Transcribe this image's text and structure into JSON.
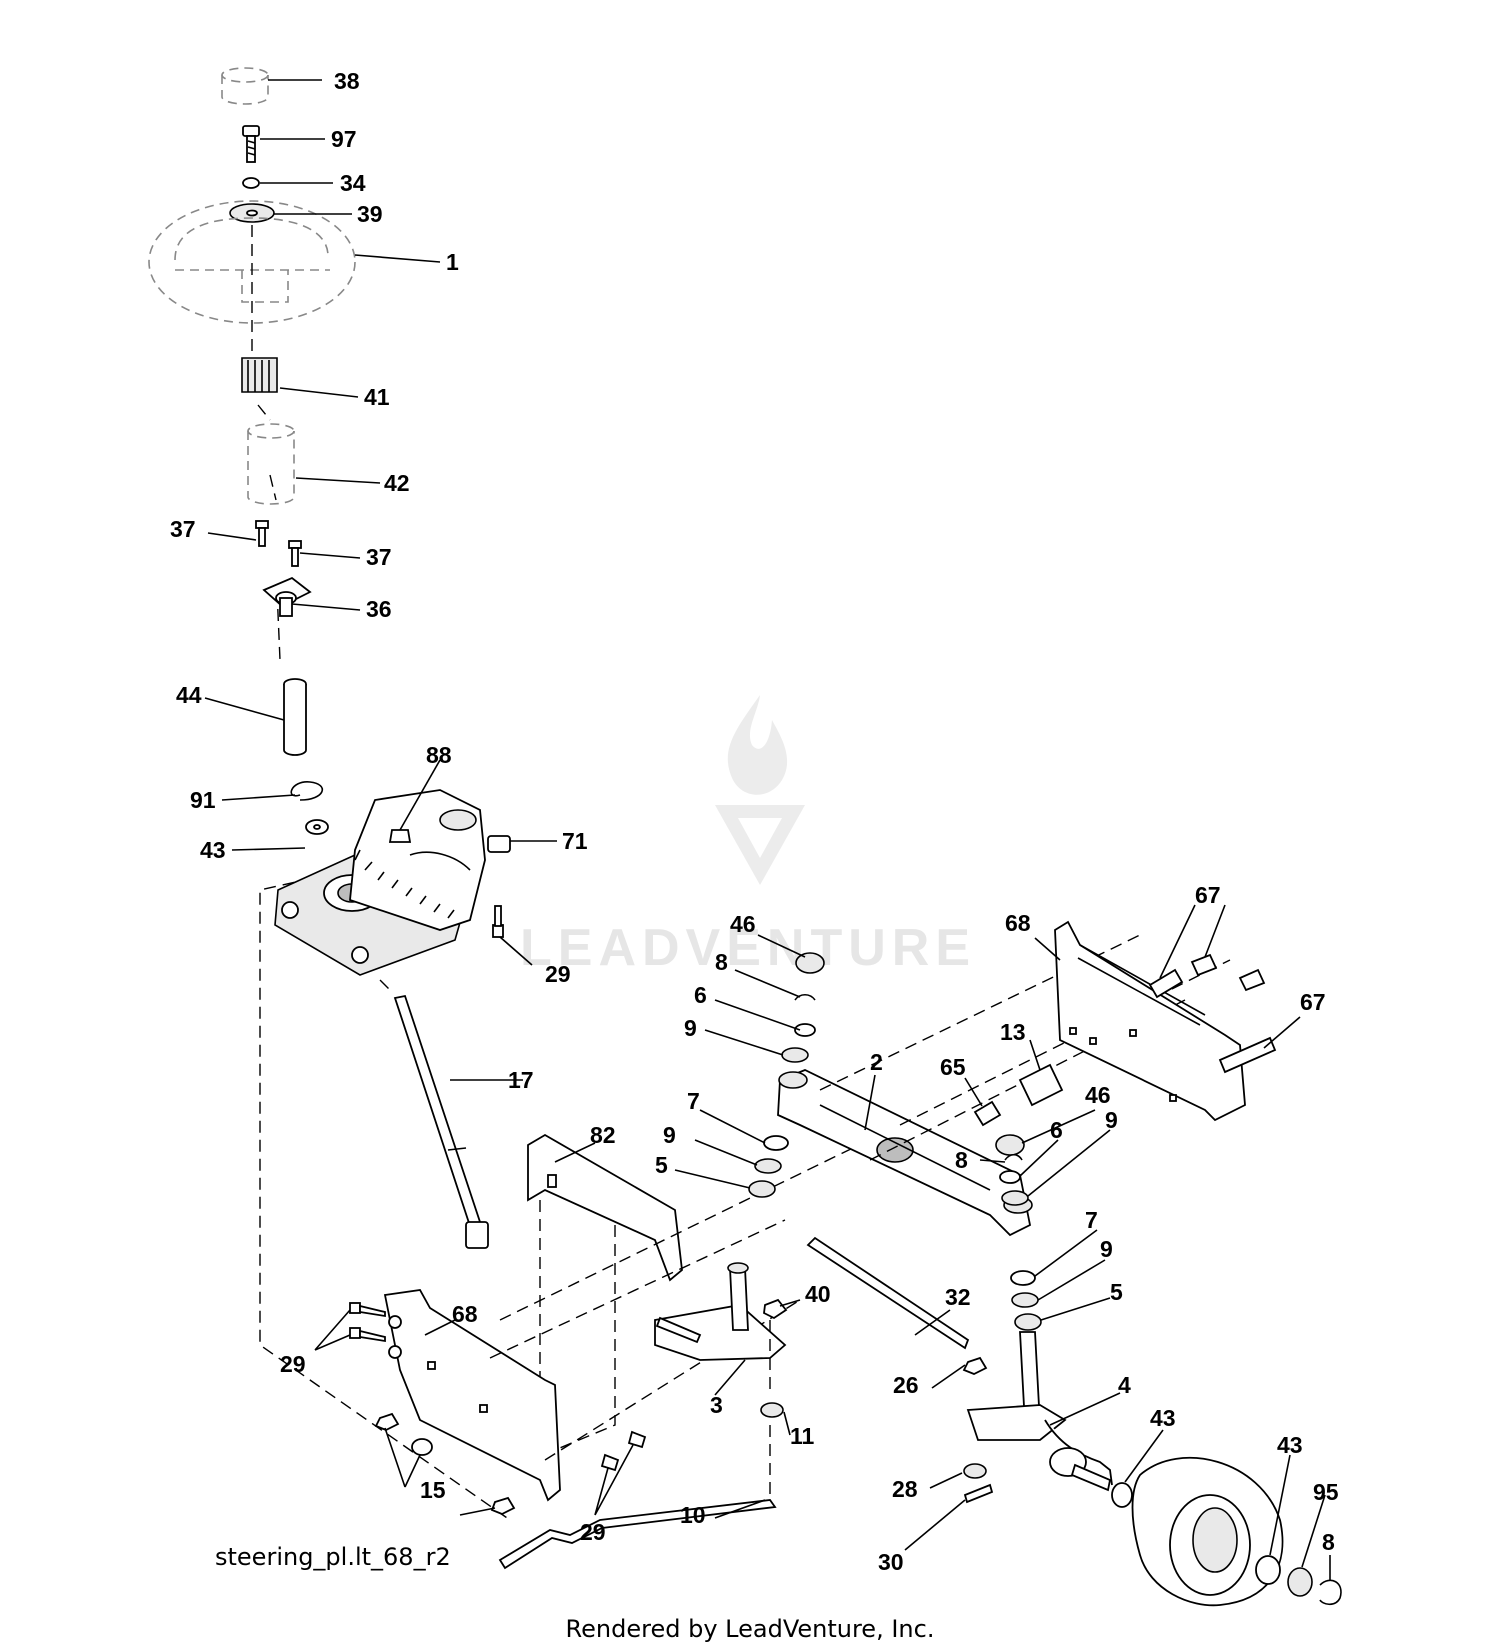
{
  "diagram": {
    "filename_label": "steering_pl.lt_68_r2",
    "footer_text": "Rendered by LeadVenture, Inc.",
    "watermark_text": "LEADVENTURE",
    "callouts": [
      {
        "id": "c38",
        "text": "38"
      },
      {
        "id": "c97",
        "text": "97"
      },
      {
        "id": "c34",
        "text": "34"
      },
      {
        "id": "c39",
        "text": "39"
      },
      {
        "id": "c1",
        "text": "1"
      },
      {
        "id": "c41",
        "text": "41"
      },
      {
        "id": "c42",
        "text": "42"
      },
      {
        "id": "c37a",
        "text": "37"
      },
      {
        "id": "c37b",
        "text": "37"
      },
      {
        "id": "c36",
        "text": "36"
      },
      {
        "id": "c44",
        "text": "44"
      },
      {
        "id": "c88",
        "text": "88"
      },
      {
        "id": "c91",
        "text": "91"
      },
      {
        "id": "c43a",
        "text": "43"
      },
      {
        "id": "c71",
        "text": "71"
      },
      {
        "id": "c29a",
        "text": "29"
      },
      {
        "id": "c17",
        "text": "17"
      },
      {
        "id": "c82",
        "text": "82"
      },
      {
        "id": "c68a",
        "text": "68"
      },
      {
        "id": "c29b",
        "text": "29"
      },
      {
        "id": "c15",
        "text": "15"
      },
      {
        "id": "c29c",
        "text": "29"
      },
      {
        "id": "c10",
        "text": "10"
      },
      {
        "id": "c46a",
        "text": "46"
      },
      {
        "id": "c8a",
        "text": "8"
      },
      {
        "id": "c6a",
        "text": "6"
      },
      {
        "id": "c9a",
        "text": "9"
      },
      {
        "id": "c7a",
        "text": "7"
      },
      {
        "id": "c9b",
        "text": "9"
      },
      {
        "id": "c5a",
        "text": "5"
      },
      {
        "id": "c2",
        "text": "2"
      },
      {
        "id": "c65",
        "text": "65"
      },
      {
        "id": "c13",
        "text": "13"
      },
      {
        "id": "c68b",
        "text": "68"
      },
      {
        "id": "c67a",
        "text": "67"
      },
      {
        "id": "c67b",
        "text": "67"
      },
      {
        "id": "c46b",
        "text": "46"
      },
      {
        "id": "c8b",
        "text": "8"
      },
      {
        "id": "c6b",
        "text": "6"
      },
      {
        "id": "c9c",
        "text": "9"
      },
      {
        "id": "c7b",
        "text": "7"
      },
      {
        "id": "c9d",
        "text": "9"
      },
      {
        "id": "c5b",
        "text": "5"
      },
      {
        "id": "c40",
        "text": "40"
      },
      {
        "id": "c32",
        "text": "32"
      },
      {
        "id": "c3",
        "text": "3"
      },
      {
        "id": "c11",
        "text": "11"
      },
      {
        "id": "c26",
        "text": "26"
      },
      {
        "id": "c4",
        "text": "4"
      },
      {
        "id": "c43b",
        "text": "43"
      },
      {
        "id": "c43c",
        "text": "43"
      },
      {
        "id": "c95",
        "text": "95"
      },
      {
        "id": "c28",
        "text": "28"
      },
      {
        "id": "c30",
        "text": "30"
      },
      {
        "id": "c8c",
        "text": "8"
      }
    ]
  }
}
